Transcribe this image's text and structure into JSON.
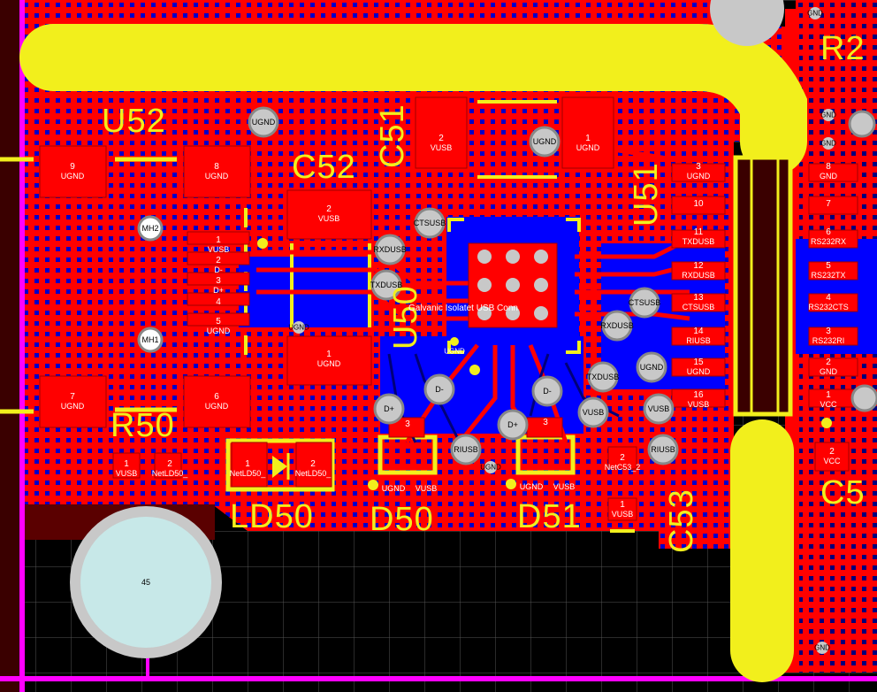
{
  "designators": {
    "U52": "U52",
    "C52": "C52",
    "C51": "C51",
    "U51": "U51",
    "U50": "U50",
    "R50": "R50",
    "LD50": "LD50",
    "D50": "D50",
    "D51": "D51",
    "C53": "C53",
    "R2": "R2",
    "C5": "C5"
  },
  "board_text": "Galvanic Isolatet USB Conn",
  "hole_label": "45",
  "mounting_holes": {
    "mh1": "MH1",
    "mh2": "MH2"
  },
  "pads": {
    "u52_9": {
      "num": "9",
      "net": "UGND"
    },
    "u52_8": {
      "num": "8",
      "net": "UGND"
    },
    "u52_7": {
      "num": "7",
      "net": "UGND"
    },
    "u52_6": {
      "num": "6",
      "net": "UGND"
    },
    "u52_pin1": {
      "num": "1",
      "net": "VUSB"
    },
    "u52_pin2": {
      "num": "2",
      "net": "D-"
    },
    "u52_pin3": {
      "num": "3",
      "net": "D+"
    },
    "u52_pin4": {
      "num": "4",
      "net": ""
    },
    "u52_pin5": {
      "num": "5",
      "net": "UGND"
    },
    "c52_2": {
      "num": "2",
      "net": "VUSB"
    },
    "c52_1": {
      "num": "1",
      "net": "UGND"
    },
    "c51_2": {
      "num": "2",
      "net": "VUSB"
    },
    "c51_1": {
      "num": "1",
      "net": "UGND"
    },
    "u51_3": {
      "num": "3",
      "net": "UGND"
    },
    "u51_10": {
      "num": "10",
      "net": ""
    },
    "u51_11": {
      "num": "11",
      "net": "TXDUSB"
    },
    "u51_12": {
      "num": "12",
      "net": "RXDUSB"
    },
    "u51_13": {
      "num": "13",
      "net": "CTSUSB"
    },
    "u51_14": {
      "num": "14",
      "net": "RIUSB"
    },
    "u51_15": {
      "num": "15",
      "net": "UGND"
    },
    "u51_16": {
      "num": "16",
      "net": "VUSB"
    },
    "r50_1": {
      "num": "1",
      "net": "VUSB"
    },
    "r50_2": {
      "num": "2",
      "net": "NetLD50_"
    },
    "ld50_1": {
      "num": "1",
      "net": "NetLD50_"
    },
    "ld50_2": {
      "num": "2",
      "net": "NetLD50_"
    },
    "d50_3": {
      "num": "3",
      "net": ""
    },
    "d50_1": {
      "num": "",
      "net": "UGND"
    },
    "d50_2": {
      "num": "",
      "net": "VUSB"
    },
    "d51_3": {
      "num": "3",
      "net": ""
    },
    "d51_1": {
      "num": "",
      "net": "UGND"
    },
    "d51_2": {
      "num": "",
      "net": "VUSB"
    },
    "c53_2": {
      "num": "2",
      "net": "NetC53_2"
    },
    "c53_1": {
      "num": "1",
      "net": "VUSB"
    },
    "r_8": {
      "num": "8",
      "net": "GND"
    },
    "r_7": {
      "num": "7",
      "net": ""
    },
    "r_6": {
      "num": "6",
      "net": "RS232RX"
    },
    "r_5": {
      "num": "5",
      "net": "RS232TX"
    },
    "r_4": {
      "num": "4",
      "net": "RS232CTS"
    },
    "r_3": {
      "num": "3",
      "net": "RS232RI"
    },
    "r_2": {
      "num": "2",
      "net": "GND"
    },
    "r_1": {
      "num": "1",
      "net": "VCC"
    },
    "c5_2": {
      "num": "2",
      "net": "VCC"
    }
  },
  "vias": {
    "ugnd_a": "UGND",
    "ugnd_b": "UGND",
    "ctsusb_a": "CTSUSB",
    "rxdusb_a": "RXDUSB",
    "txdusb_a": "TXDUSB",
    "ctsusb_b": "CTSUSB",
    "rxdusb_b": "RXDUSB",
    "txdusb_b": "TXDUSB",
    "ugnd_c": "UGND",
    "vusb_a": "VUSB",
    "vusb_b": "VUSB",
    "riusb_a": "RIUSB",
    "riusb_b": "RIUSB",
    "dminus_a": "D-",
    "dplus_a": "D+",
    "dminus_b": "D-",
    "dplus_b": "D+",
    "ugnd_d": "UGND",
    "ugnd_e": "UGND",
    "ugnd_f": "UGND",
    "gnd_a": "GND",
    "gnd_b": "GND",
    "gnd_c": "GND",
    "gnd_d": "GND"
  },
  "colors": {
    "top_copper": "#ff0000",
    "bottom_copper": "#0000ff",
    "overlay": "#f2ef1c",
    "board_edge": "#ff00ff",
    "hole": "#c8c8c8"
  }
}
